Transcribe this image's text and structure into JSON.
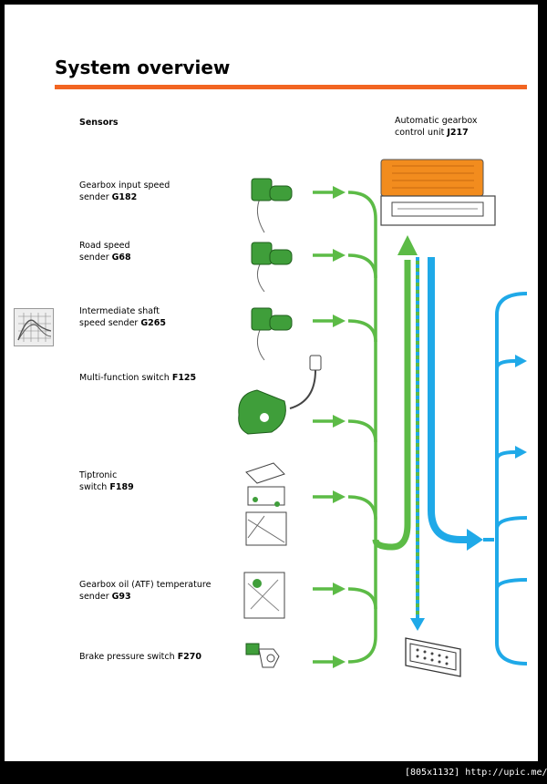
{
  "title": "System overview",
  "sensors_heading": "Sensors",
  "control_unit": {
    "line1": "Automatic gearbox",
    "line2_prefix": "control unit ",
    "code": "J217"
  },
  "sensors": [
    {
      "line1": "Gearbox input speed",
      "line2_prefix": "sender ",
      "code": "G182"
    },
    {
      "line1": "Road speed",
      "line2_prefix": "sender ",
      "code": "G68"
    },
    {
      "line1": "Intermediate shaft",
      "line2_prefix": "speed sender ",
      "code": "G265"
    },
    {
      "line1": "",
      "line2_prefix": "Multi-function switch ",
      "code": "F125"
    },
    {
      "line1": "Tiptronic",
      "line2_prefix": "switch ",
      "code": "F189"
    },
    {
      "line1": "Gearbox oil (ATF) temperature",
      "line2_prefix": "sender ",
      "code": "G93"
    },
    {
      "line1": "",
      "line2_prefix": "Brake pressure switch ",
      "code": "F270"
    }
  ],
  "footer": "[805x1132] http://upic.me/",
  "colors": {
    "accent_rule": "#f26522",
    "sensor_arrows": "#5cbb46",
    "actuator_arrows": "#1fa9e8",
    "control_unit_orange": "#f28c1e",
    "sensor_green": "#3f9e3a"
  }
}
